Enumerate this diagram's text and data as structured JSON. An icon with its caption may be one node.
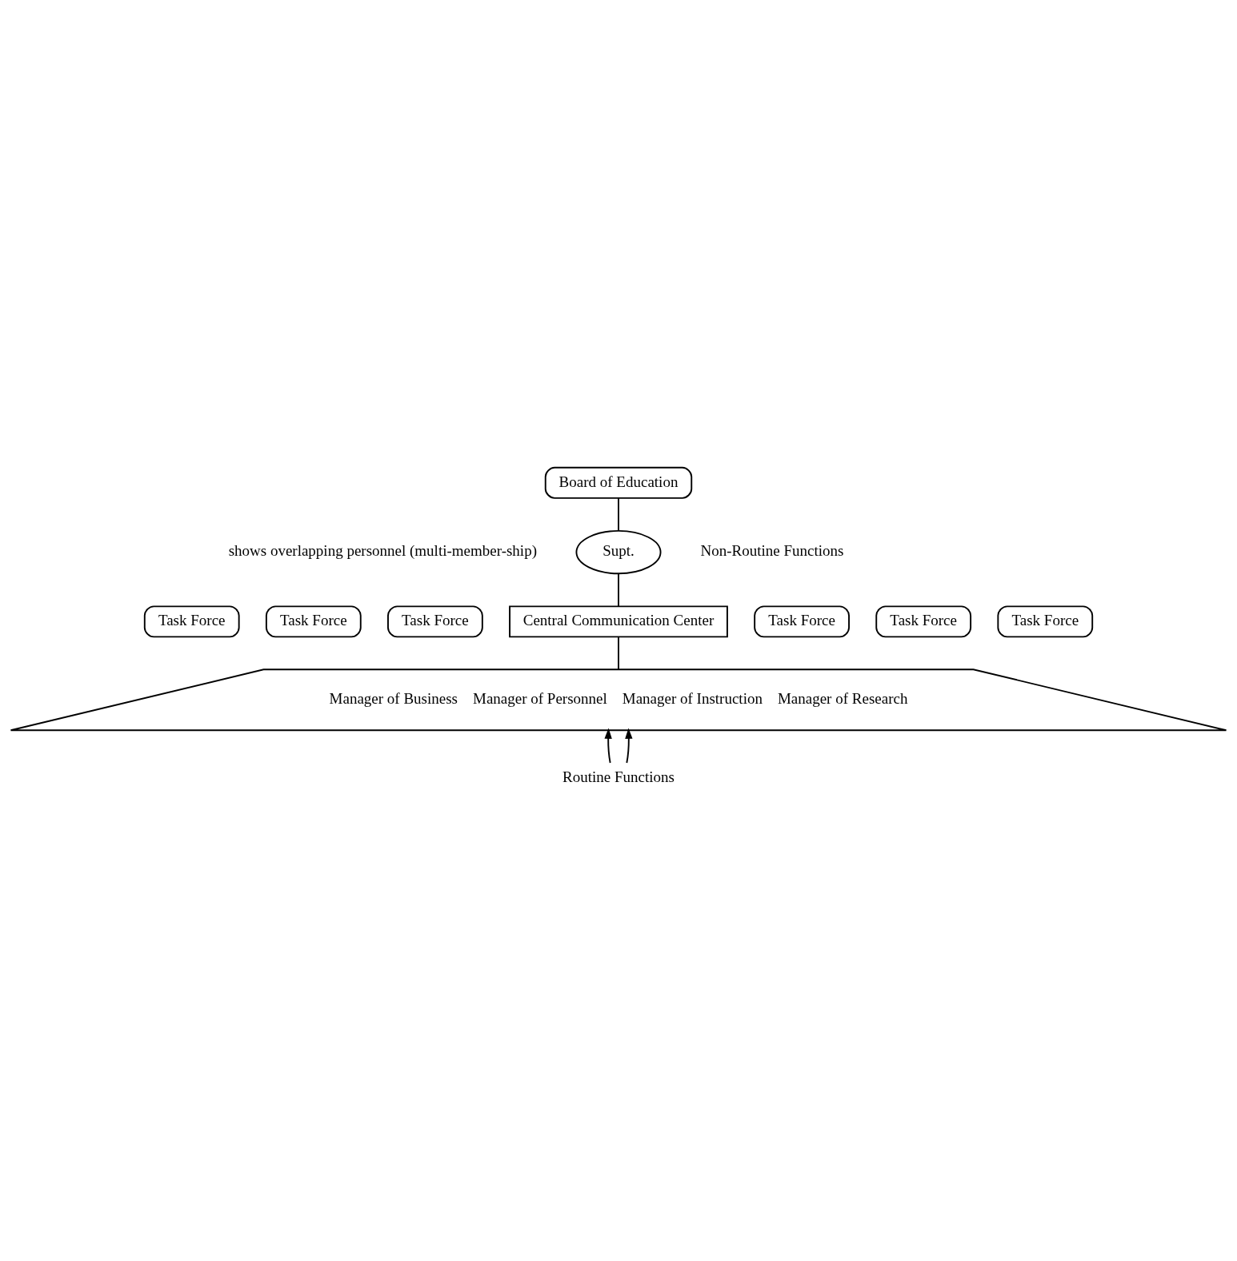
{
  "diagram": {
    "nodes": [
      {
        "text": [
          "Board of Education"
        ]
      },
      {
        "text": [
          "Supt."
        ]
      },
      {
        "text": [
          "Central Communication Center"
        ]
      },
      {
        "text": [
          "Task Force"
        ]
      },
      {
        "text": [
          "Task Force"
        ]
      },
      {
        "text": [
          "Task Force"
        ]
      },
      {
        "text": [
          "Task Force"
        ]
      },
      {
        "text": [
          "Task Force"
        ]
      },
      {
        "text": [
          "Task Force"
        ]
      },
      {
        "text": [
          "Manager of Business",
          "Manager of Personnel",
          "Manager of Instruction",
          "Manager of Research"
        ]
      },
      {
        "text": [
          "Routine Functions"
        ]
      }
    ],
    "edges": [
      {
        "from": 0,
        "to": 1,
        "arrow": "none"
      },
      {
        "from": 1,
        "to": 2,
        "arrow": "none"
      },
      {
        "from": 2,
        "to": 9,
        "arrow": "none"
      },
      {
        "from": 10,
        "to": 9,
        "arrow": "to"
      },
      {
        "from": 10,
        "to": 9,
        "arrow": "to"
      }
    ],
    "labels": [
      "shows overlapping personnel (multi-member-ship)",
      "Non-Routine Functions"
    ]
  }
}
